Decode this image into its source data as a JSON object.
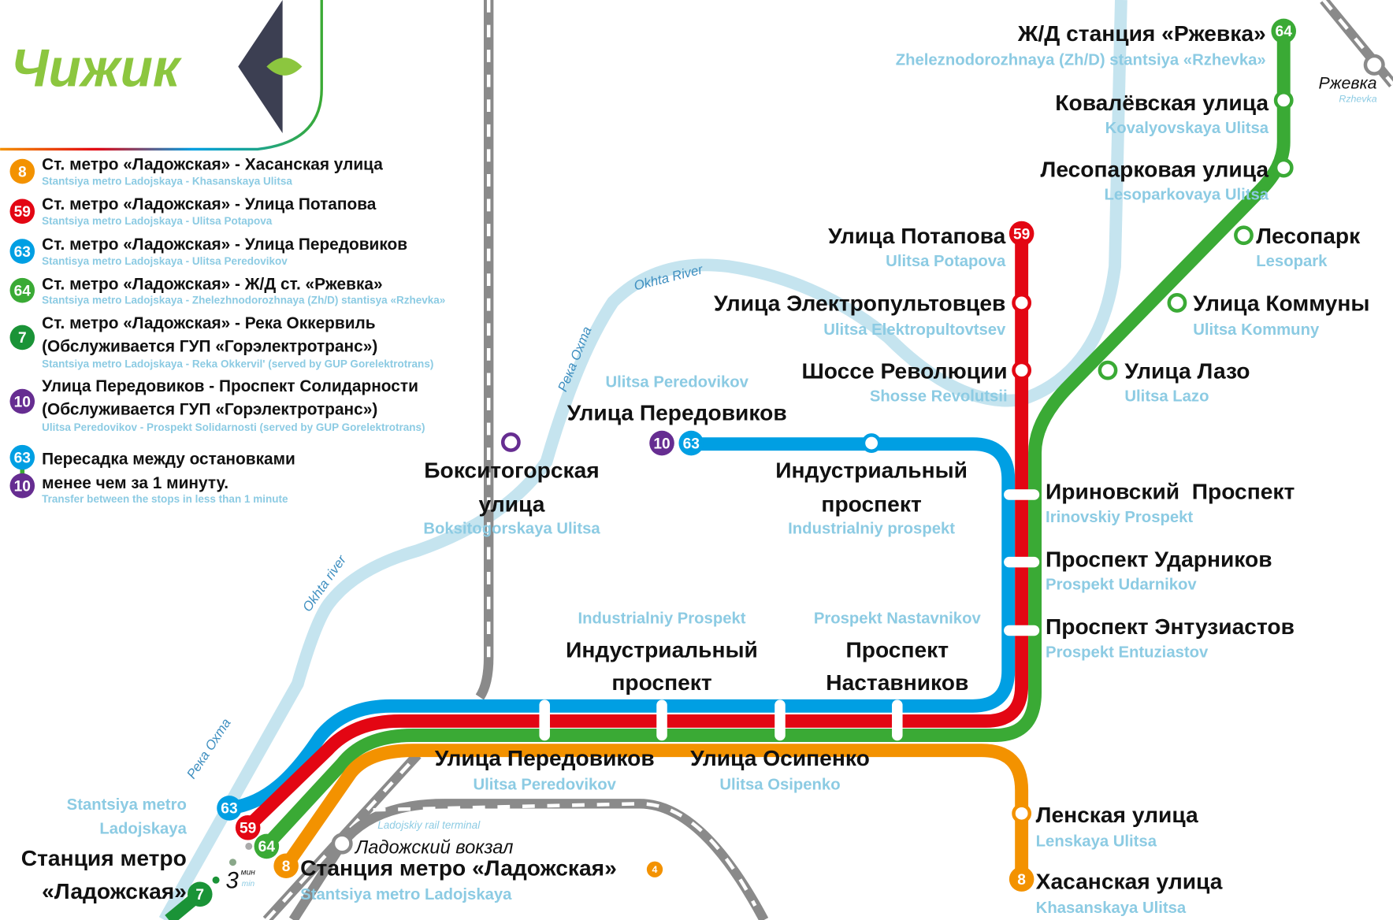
{
  "brand": {
    "logo_text": "Чижик"
  },
  "colors": {
    "route_8": "#f39200",
    "route_59": "#e30613",
    "route_63": "#009fe3",
    "route_64": "#3aaa35",
    "route_7": "#1a9337",
    "route_10": "#662d91",
    "river": "#c5e4ef",
    "rail": "#8a8a8a",
    "english": "#8ccbe3"
  },
  "legend": [
    {
      "badge": "8",
      "ru": "Ст. метро «Ладожская» - Хасанская улица",
      "en": "Stantsiya metro Ladojskaya - Khasanskaya Ulitsa"
    },
    {
      "badge": "59",
      "ru": "Ст. метро «Ладожская» - Улица Потапова",
      "en": "Stantsiya metro Ladojskaya - Ulitsa Potapova"
    },
    {
      "badge": "63",
      "ru": "Ст. метро «Ладожская» - Улица Передовиков",
      "en": "Stantisya metro Ladojskaya - Ulitsa Peredovikov"
    },
    {
      "badge": "64",
      "ru": "Ст. метро «Ладожская» - Ж/Д ст. «Ржевка»",
      "en": "Stantsiya metro Ladojskaya - Zhelezhnodorozhnaya (Zh/D) stantisya «Rzhevka»"
    },
    {
      "badge": "7",
      "ru": "Ст. метро «Ладожская» - Река Оккервиль",
      "ru2": "(Обслуживается ГУП «Горэлектротранс»)",
      "en": "Stantsiya metro Ladojskaya - Reka Okkervil' (served by GUP Gorelektrotrans)"
    },
    {
      "badge": "10",
      "ru": "Улица Передовиков - Проспект Солидарности",
      "ru2": "(Обслуживается ГУП «Горэлектротранс»)",
      "en": "Ulitsa Peredovikov - Prospekt Solidarnosti (served by GUP Gorelektrotrans)"
    },
    {
      "badge_a": "63",
      "badge_b": "10",
      "ru": "Пересадка между остановками",
      "ru2": "менее чем за 1 минуту.",
      "en": "Transfer between the stops in less than 1 minute"
    }
  ],
  "stations": {
    "rzhevka_rail": {
      "ru": "Ж/Д станция «Ржевка»",
      "en": "Zheleznodorozhnaya (Zh/D) stantsiya «Rzhevka»"
    },
    "kovalyovskaya": {
      "ru": "Ковалёвская улица",
      "en": "Kovalyovskaya Ulitsa"
    },
    "lesoparkovaya": {
      "ru": "Лесопарковая улица",
      "en": "Lesoparkovaya Ulitsa"
    },
    "lesopark": {
      "ru": "Лесопарк",
      "en": "Lesopark"
    },
    "kommuny": {
      "ru": "Улица Коммуны",
      "en": "Ulitsa Kommuny"
    },
    "lazo": {
      "ru": "Улица Лазо",
      "en": "Ulitsa Lazo"
    },
    "potapova": {
      "ru": "Улица Потапова",
      "en": "Ulitsa Potapova"
    },
    "elektropultovtsev": {
      "ru": "Улица Электропультовцев",
      "en": "Ulitsa Elektropultovtsev"
    },
    "revolutsii": {
      "ru": "Шоссе Революции",
      "en": "Shosse Revolutsii"
    },
    "peredovikov_top": {
      "ru": "Улица Передовиков",
      "en": "Ulitsa Peredovikov"
    },
    "boksitogorskaya": {
      "ru1": "Бокситогорская",
      "ru2": "улица",
      "en": "Boksitogorskaya Ulitsa"
    },
    "industrialniy_top": {
      "ru1": "Индустриальный",
      "ru2": "проспект",
      "en": "Industrialniy prospekt"
    },
    "irinovskiy": {
      "ru": "Ириновский  Проспект",
      "en": "Irinovskiy Prospekt"
    },
    "udarnikov": {
      "ru": "Проспект Ударников",
      "en": "Prospekt Udarnikov"
    },
    "entuziastov": {
      "ru": "Проспект Энтузиастов",
      "en": "Prospekt Entuziastov"
    },
    "industrialniy_bottom": {
      "ru1": "Индустриальный",
      "ru2": "проспект",
      "en": "Industrialniy Prospekt"
    },
    "nastavnikov": {
      "ru1": "Проспект",
      "ru2": "Наставников",
      "en": "Prospekt Nastavnikov"
    },
    "peredovikov_bottom": {
      "ru": "Улица Передовиков",
      "en": "Ulitsa Peredovikov"
    },
    "osipenko": {
      "ru": "Улица Осипенко",
      "en": "Ulitsa Osipenko"
    },
    "lenskaya": {
      "ru": "Ленская улица",
      "en": "Lenskaya Ulitsa"
    },
    "khasanskaya": {
      "ru": "Хасанская улица",
      "en": "Khasanskaya Ulitsa"
    },
    "ladozhskaya_left": {
      "ru1": "Станция метро",
      "ru2": "«Ладожская»",
      "en1": "Stantsiya metro",
      "en2": "Ladojskaya"
    },
    "ladozhskaya_main": {
      "ru": "Станция метро «Ладожская»",
      "en": "Stantsiya metro Ladojskaya",
      "badge": "4"
    },
    "ladozhskiy_vokzal": {
      "ru": "Ладожский вокзал",
      "en": "Ladojskiy rail terminal"
    },
    "rzhevka": {
      "ru": "Ржевка",
      "en": "Rzhevka"
    }
  },
  "badges": {
    "b8": "8",
    "b59": "59",
    "b63": "63",
    "b64": "64",
    "b7": "7",
    "b10": "10"
  },
  "walk": {
    "value": "3",
    "unit_ru": "мин",
    "unit_en": "min"
  },
  "rivers": {
    "okhta_en_top": "Okhta River",
    "okhta_ru_top": "Река Охта",
    "okhta_en_low": "Okhta river",
    "okhta_ru_low": "Река Охта"
  }
}
